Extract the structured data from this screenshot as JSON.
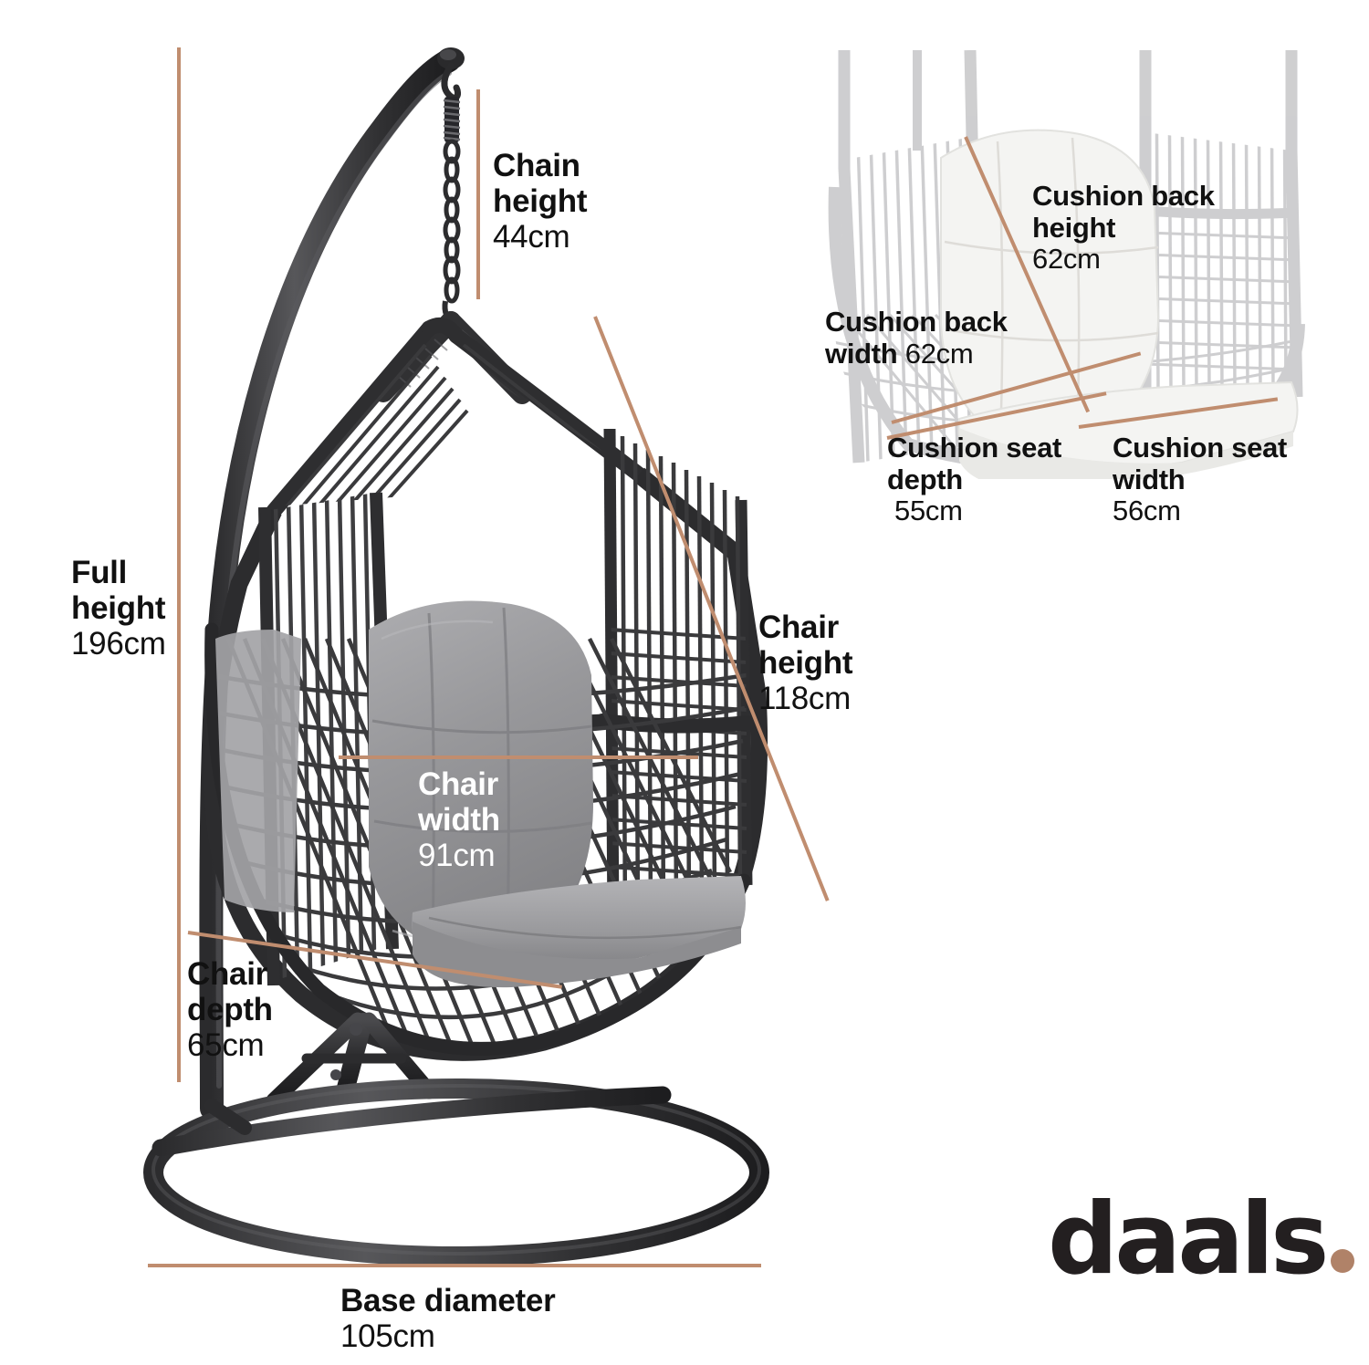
{
  "product": {
    "type": "hanging egg chair with stand",
    "frame_color": "#3a3a3c",
    "cushion_color": "#9a9a9d",
    "inset_cushion_color": "#f2f2f0",
    "accent_color": "#c08d6f"
  },
  "brand": {
    "name": "daals",
    "dot": "."
  },
  "measurements": {
    "chain_height": {
      "title": "Chain\nheight",
      "title_l1": "Chain",
      "title_l2": "height",
      "value": "44cm"
    },
    "full_height": {
      "title": "Full\nheight",
      "title_l1": "Full",
      "title_l2": "height",
      "value": "196cm"
    },
    "chair_height": {
      "title": "Chair\nheight",
      "title_l1": "Chair",
      "title_l2": "height",
      "value": "118cm"
    },
    "chair_width": {
      "title": "Chair\nwidth",
      "title_l1": "Chair",
      "title_l2": "width",
      "value": "91cm"
    },
    "chair_depth": {
      "title": "Chair\ndepth",
      "title_l1": "Chair",
      "title_l2": "depth",
      "value": "65cm"
    },
    "base_diameter": {
      "title": "Base diameter",
      "title_l1": "Base diameter",
      "title_l2": "",
      "value": "105cm"
    },
    "cushion_back_height": {
      "title": "Cushion back\nheight",
      "title_l1": "Cushion back",
      "title_l2": "height",
      "value": "62cm"
    },
    "cushion_back_width": {
      "title": "Cushion back\nwidth",
      "title_l1": "Cushion back",
      "title_l2": "width",
      "value": "62cm"
    },
    "cushion_seat_depth": {
      "title": "Cushion seat\ndepth",
      "title_l1": "Cushion seat",
      "title_l2": "depth",
      "value": "55cm"
    },
    "cushion_seat_width": {
      "title": "Cushion seat\nwidth",
      "title_l1": "Cushion seat",
      "title_l2": "width",
      "value": "56cm"
    }
  }
}
